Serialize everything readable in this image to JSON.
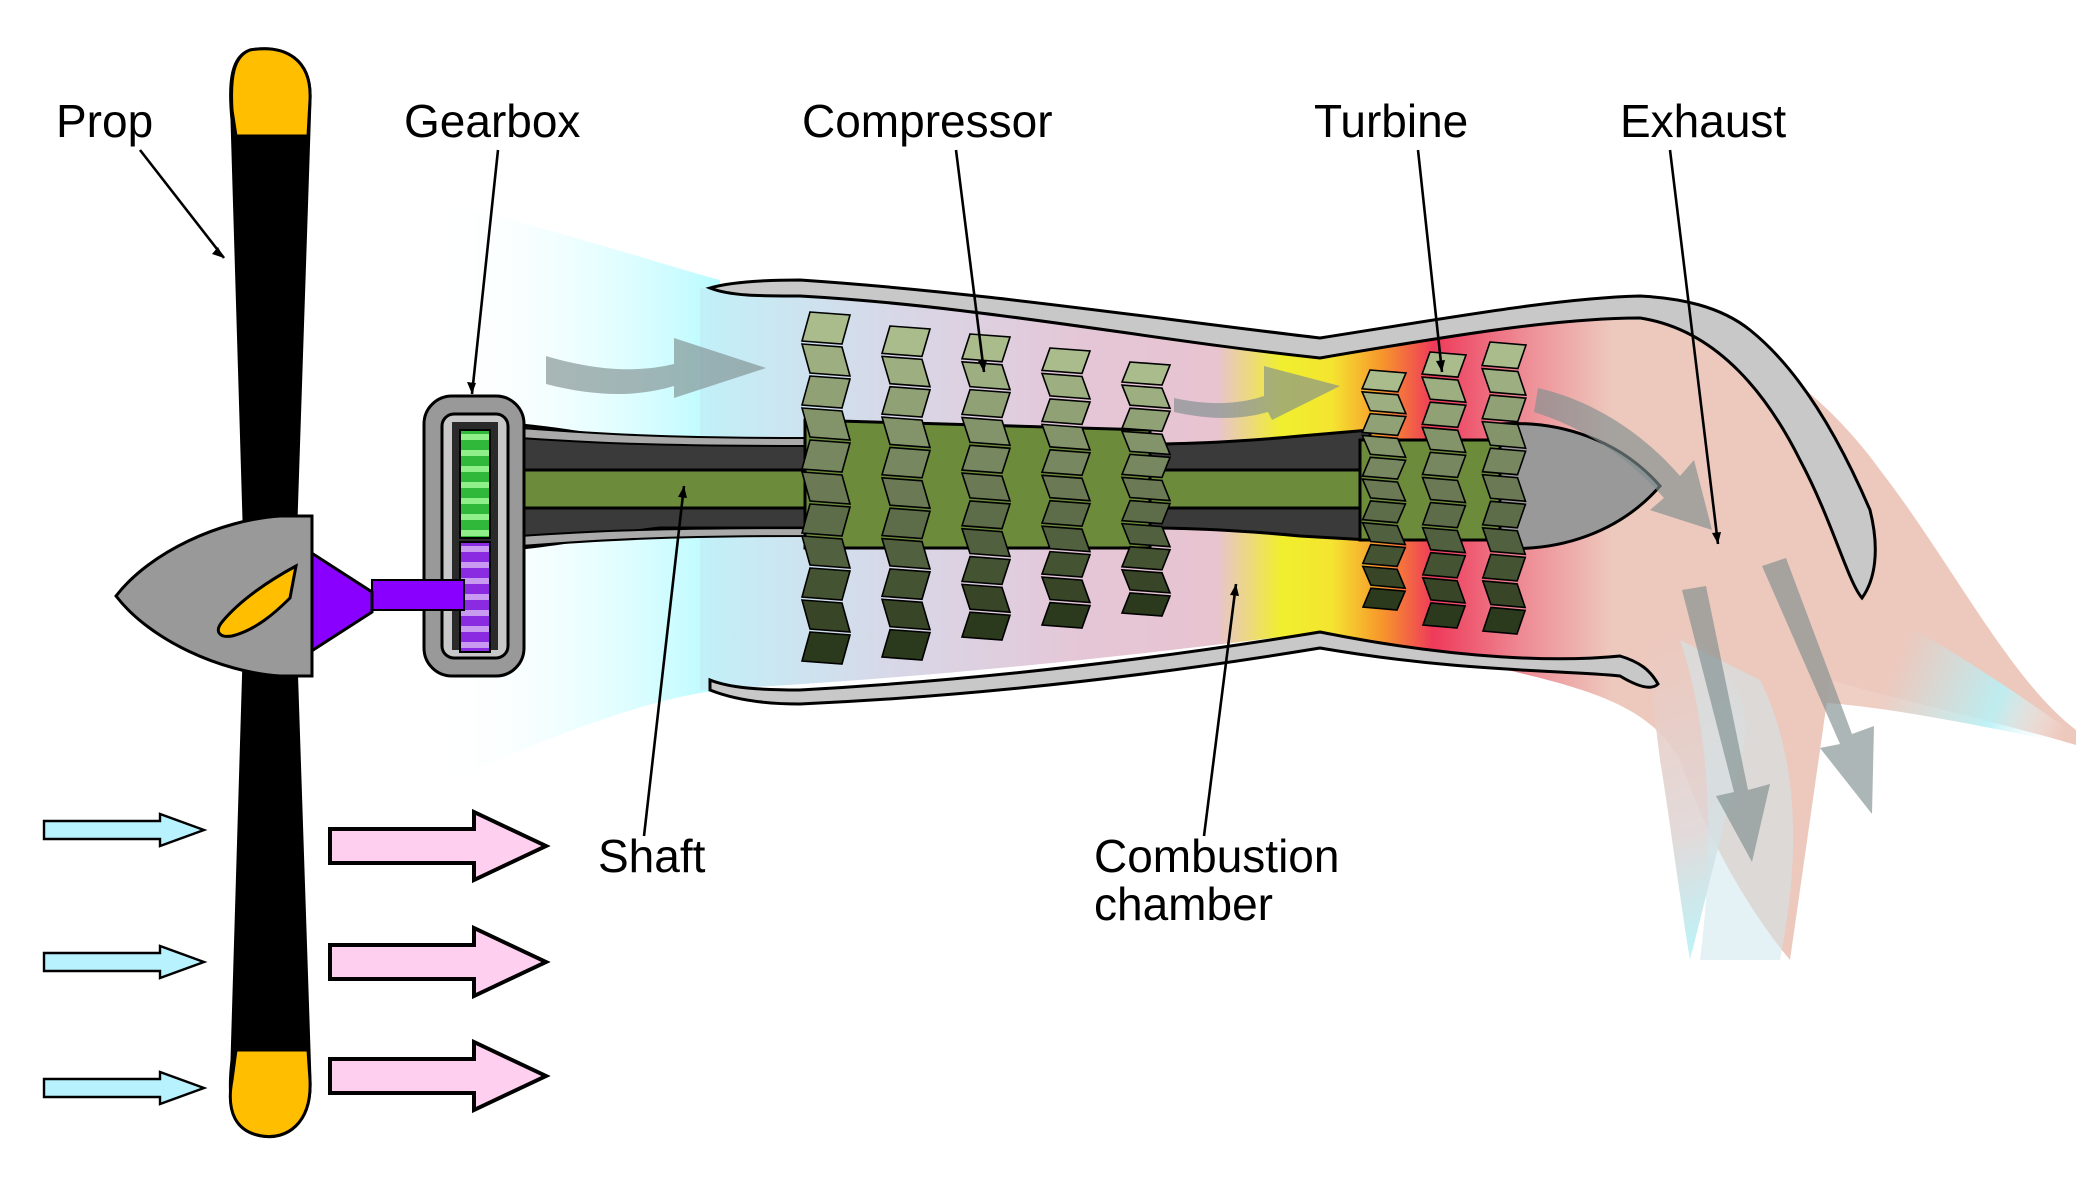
{
  "labels": {
    "prop": "Prop",
    "gearbox": "Gearbox",
    "compressor": "Compressor",
    "turbine": "Turbine",
    "exhaust": "Exhaust",
    "shaft": "Shaft",
    "combustion_line1": "Combustion",
    "combustion_line2": "chamber"
  },
  "colors": {
    "intake_air": "#b8fbff",
    "compression_zone": "#e7c6d6",
    "combustion_yellow": "#f0ef2e",
    "turbine_orange": "#f7952c",
    "turbine_red": "#ee3a5a",
    "exhaust_plume": "#edc8bd",
    "casing": "#c8c8c8",
    "hub_grey": "#999999",
    "shaft_green": "#6c8c3c",
    "blade_light": "#aabb8c",
    "blade_dark": "#2b391c",
    "prop_black": "#000000",
    "prop_tip": "#ffbe00",
    "gear_green": "#2fb83a",
    "gear_purple": "#8a2be2",
    "input_arrow": "#b8f2ff",
    "output_arrow": "#ffcff0",
    "flow_arrow": "#8a9a9a"
  },
  "icons": [
    "propeller-icon",
    "spinner-icon",
    "gearbox-icon",
    "compressor-blades-icon",
    "turbine-blades-icon",
    "flow-arrow-icon"
  ]
}
